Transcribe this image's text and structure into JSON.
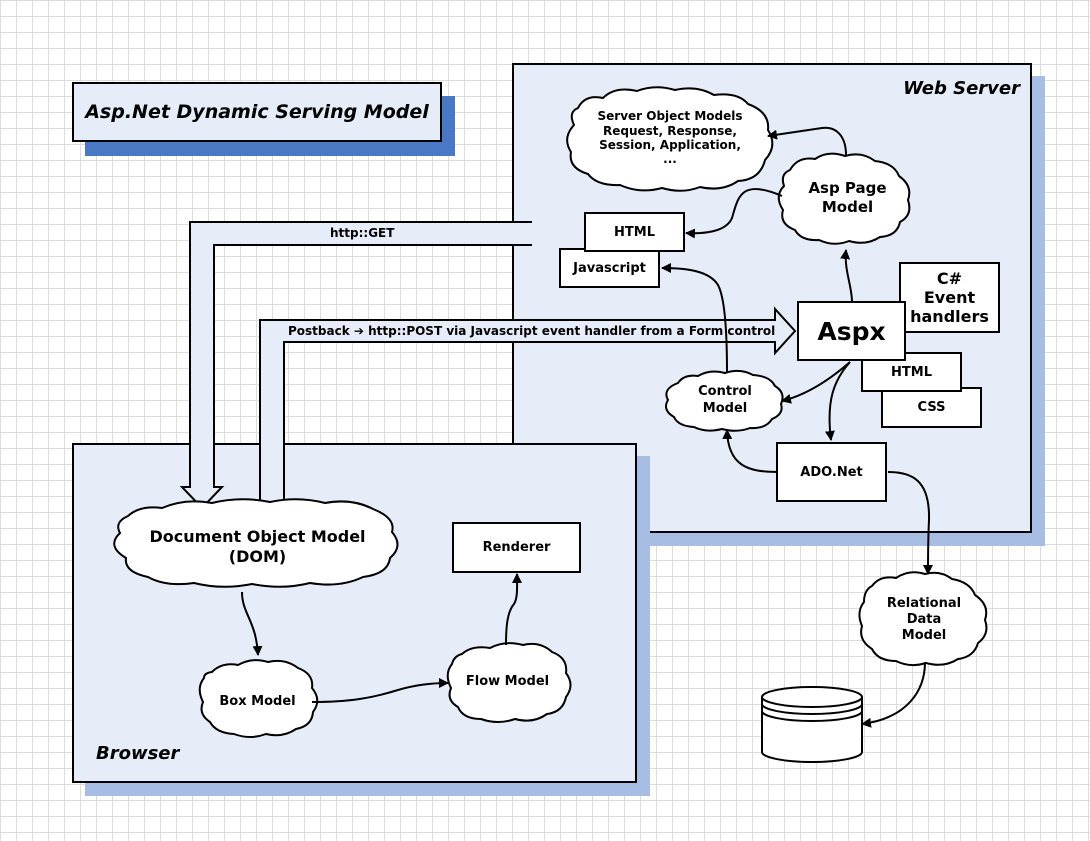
{
  "title": "Asp.Net Dynamic Serving Model",
  "web_server": {
    "label": "Web Server",
    "server_object_models": "Server Object Models\nRequest, Response,\nSession, Application,\n...",
    "asp_page_model": "Asp Page\nModel",
    "html_top": "HTML",
    "javascript": "Javascript",
    "aspx": "Aspx",
    "csharp_event_handlers": "C#\nEvent\nhandlers",
    "html_bottom": "HTML",
    "css": "CSS",
    "control_model": "Control\nModel",
    "ado_net": "ADO.Net"
  },
  "browser": {
    "label": "Browser",
    "dom": "Document Object Model\n(DOM)",
    "renderer": "Renderer",
    "box_model": "Box Model",
    "flow_model": "Flow Model"
  },
  "relational_data_model": "Relational\nData\nModel",
  "http_get": "http::GET",
  "postback": "Postback ➔  http::POST via Javascript event handler from a Form control",
  "colors": {
    "panel_fill": "#e6ecf8",
    "title_shadow": "#4a78c4",
    "panel_shadow": "#a7bde3",
    "arrow_fill": "#e6ecf8"
  }
}
